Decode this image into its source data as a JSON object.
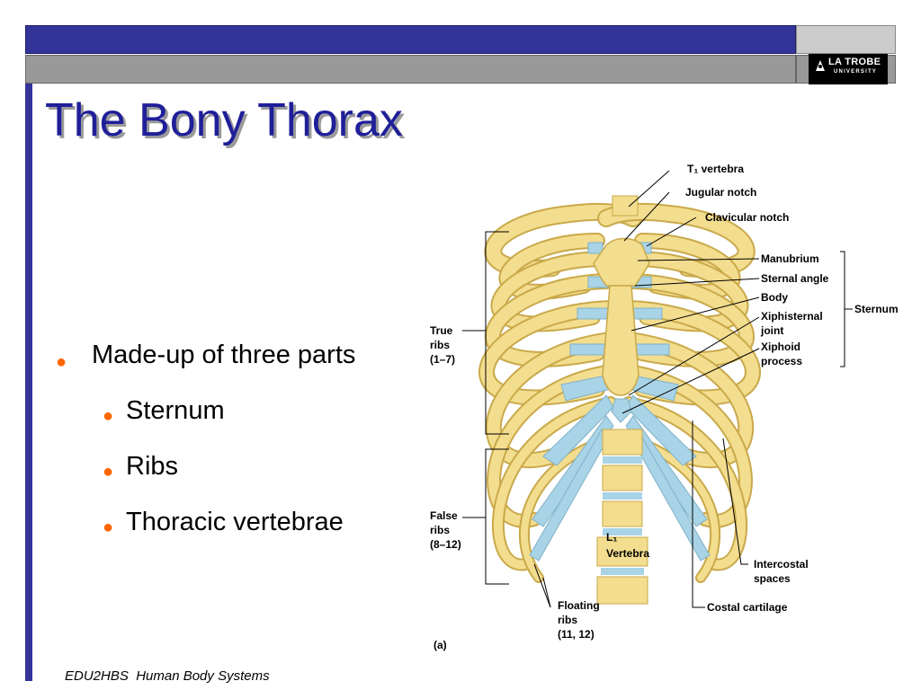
{
  "header": {
    "logo_main": "LA TROBE",
    "logo_sub": "UNIVERSITY"
  },
  "slide": {
    "title": "The Bony Thorax",
    "bullet_main": "Made-up of three parts",
    "sub_bullets": [
      "Sternum",
      "Ribs",
      "Thoracic vertebrae"
    ],
    "footer": "EDU2HBS  Human Body Systems"
  },
  "figure": {
    "labels": {
      "t1_vertebra": "T₁ vertebra",
      "jugular_notch": "Jugular notch",
      "clavicular_notch": "Clavicular notch",
      "manubrium": "Manubrium",
      "sternal_angle": "Sternal angle",
      "body": "Body",
      "xiphisternal_1": "Xiphisternal",
      "xiphisternal_2": "joint",
      "xiphoid_1": "Xiphoid",
      "xiphoid_2": "process",
      "sternum": "Sternum",
      "true_ribs_1": "True",
      "true_ribs_2": "ribs",
      "true_ribs_3": "(1–7)",
      "false_ribs_1": "False",
      "false_ribs_2": "ribs",
      "false_ribs_3": "(8–12)",
      "l1_1": "L₁",
      "l1_2": "Vertebra",
      "intercostal_1": "Intercostal",
      "intercostal_2": "spaces",
      "costal_cartilage": "Costal cartilage",
      "floating_1": "Floating",
      "floating_2": "ribs",
      "floating_3": "(11, 12)",
      "panel": "(a)"
    },
    "colors": {
      "bone": "#f3dd8f",
      "bone_edge": "#c9a94a",
      "cartilage": "#a9d3e6"
    }
  }
}
